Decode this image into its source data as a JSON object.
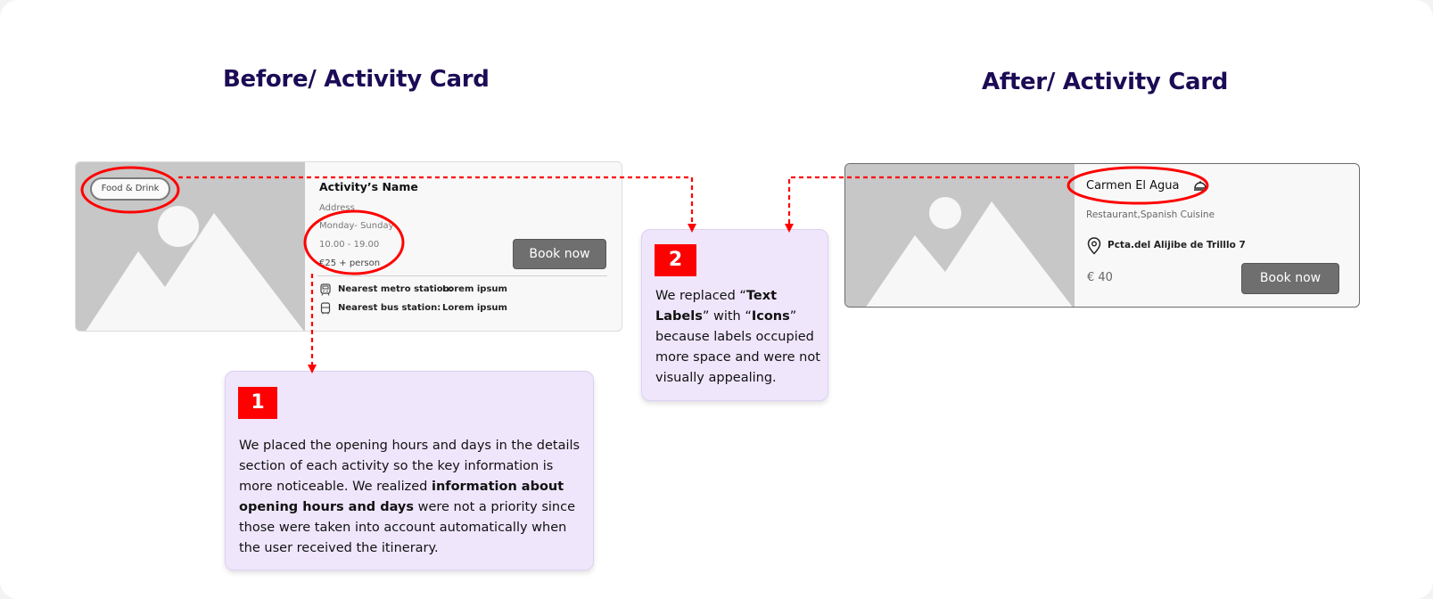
{
  "before": {
    "heading": "Before/ Activity Card",
    "tag": "Food & Drink",
    "name": "Activity’s Name",
    "address": "Address",
    "days": "Monday- Sunday",
    "hours": "10.00 - 19.00",
    "price": "€25 +  person",
    "book": "Book now",
    "metro_label": "Nearest metro station:",
    "metro_value": "Lorem ipsum",
    "bus_label": "Nearest bus station:",
    "bus_value": "Lorem ipsum",
    "metro_icon": "metro-train-icon",
    "bus_icon": "bus-icon"
  },
  "after": {
    "heading": "After/ Activity Card",
    "name": "Carmen El Agua",
    "category": "Restaurant,Spanish Cuisine",
    "location": "Pcta.del Alijibe de Trilllo 7",
    "price": "€ 40",
    "book": "Book now",
    "name_icon": "food-cloche-icon",
    "location_icon": "map-pin-icon"
  },
  "note1": {
    "number": "1",
    "text_a": "We placed the opening hours and days in the details section of each activity so the key information is more noticeable. We realized ",
    "text_bold": "information about opening hours and days",
    "text_b": " were not a priority since those were taken into account automatically when the user received the itinerary."
  },
  "note2": {
    "number": "2",
    "t1": "We replaced “",
    "b1": "Text Labels",
    "t2": "” with “",
    "b2": "Icons",
    "t3": "” because labels occupied more space and were not visually appealing."
  },
  "colors": {
    "heading": "#1c0b55",
    "annotation_red": "#ff0000",
    "note_bg": "#efe6fc",
    "button": "#6f6f6f",
    "image_placeholder": "#c7c7c7"
  }
}
